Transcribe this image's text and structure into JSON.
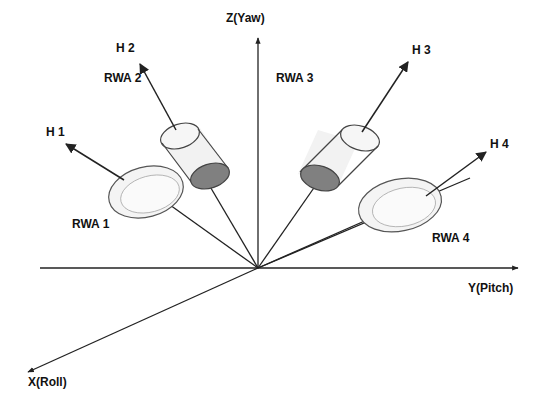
{
  "diagram": {
    "labels": [
      "Z(Yaw)",
      "H 2",
      "H 3",
      "H 1",
      "RWA 2",
      "RWA 3",
      "RWA 1",
      "H 4",
      "RWA 4",
      "Y(Pitch)",
      "X(Roll)"
    ]
  }
}
